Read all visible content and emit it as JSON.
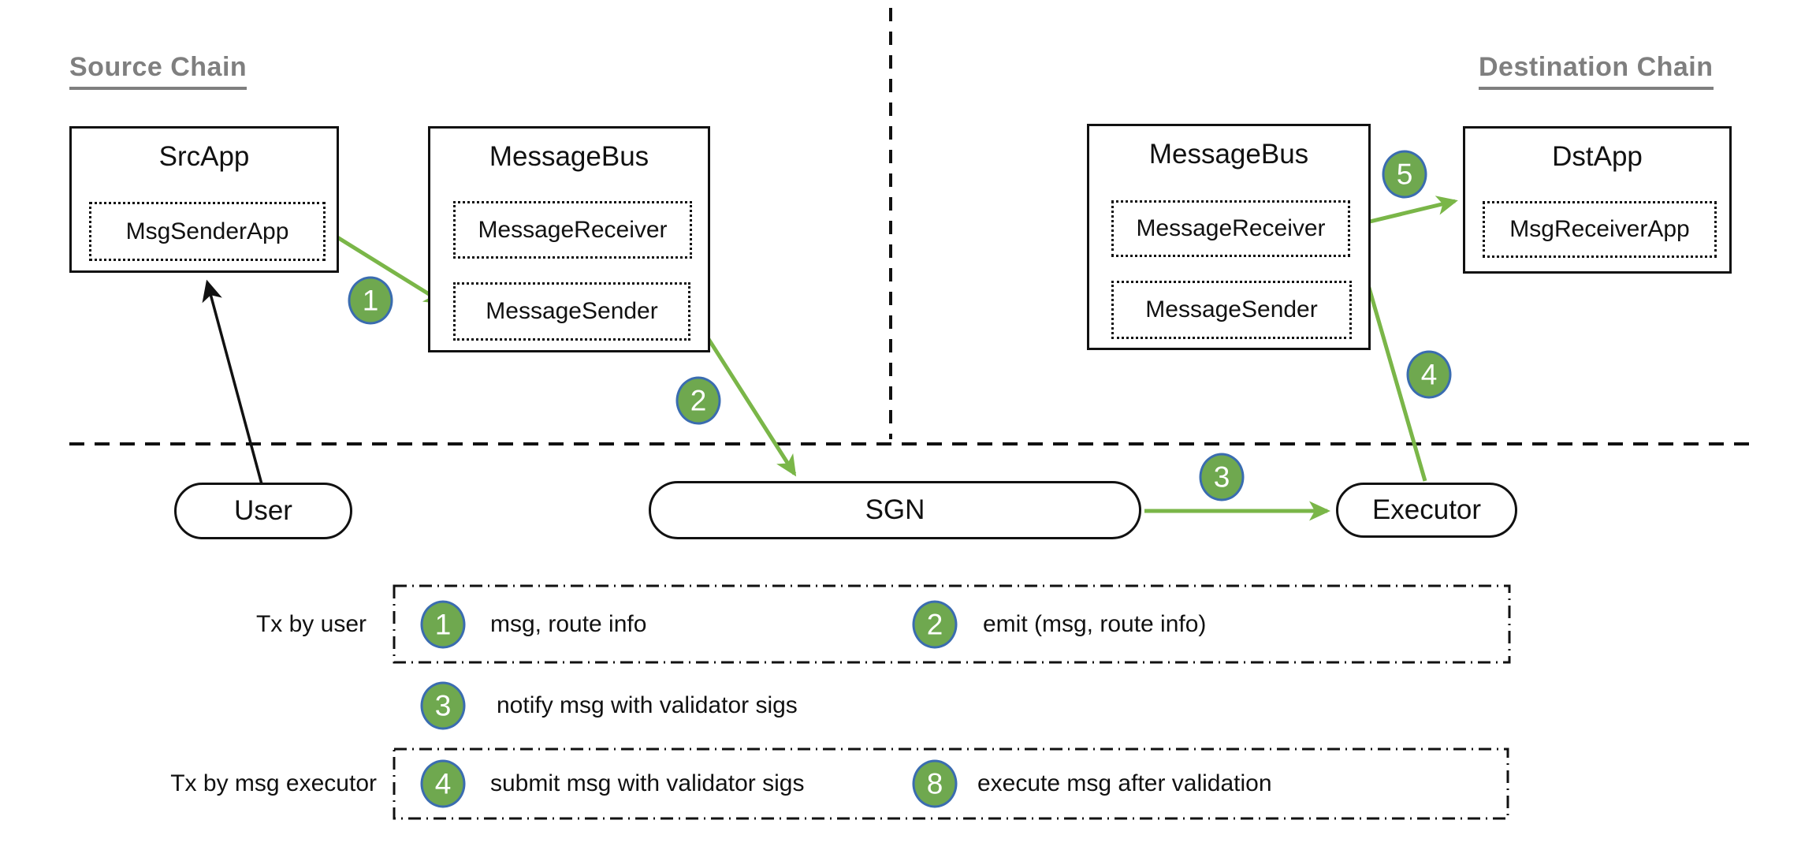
{
  "chains": {
    "source": "Source Chain",
    "destination": "Destination Chain"
  },
  "nodes": {
    "src_app": {
      "title": "SrcApp",
      "module": "MsgSenderApp"
    },
    "msgbus_src": {
      "title": "MessageBus",
      "module1": "MessageReceiver",
      "module2": "MessageSender"
    },
    "msgbus_dst": {
      "title": "MessageBus",
      "module1": "MessageReceiver",
      "module2": "MessageSender"
    },
    "dst_app": {
      "title": "DstApp",
      "module": "MsgReceiverApp"
    },
    "user": "User",
    "sgn": "SGN",
    "executor": "Executor"
  },
  "steps": {
    "s1": "1",
    "s2": "2",
    "s3": "3",
    "s4": "4",
    "s5": "5"
  },
  "legend": {
    "row1_label": "Tx by user",
    "row2_label": "Tx by msg executor",
    "items": [
      {
        "num": "1",
        "text": "msg, route info"
      },
      {
        "num": "2",
        "text": "emit (msg, route info)"
      },
      {
        "num": "3",
        "text": "notify msg with validator sigs"
      },
      {
        "num": "4",
        "text": "submit msg with validator sigs"
      },
      {
        "num": "8",
        "text": "execute msg after validation"
      }
    ]
  },
  "colors": {
    "badge_green": "#6fa84f",
    "badge_border_blue": "#3a6cb0",
    "arrow_green": "#7ab648",
    "title_gray": "#7f7f7f",
    "line_black": "#111111"
  }
}
